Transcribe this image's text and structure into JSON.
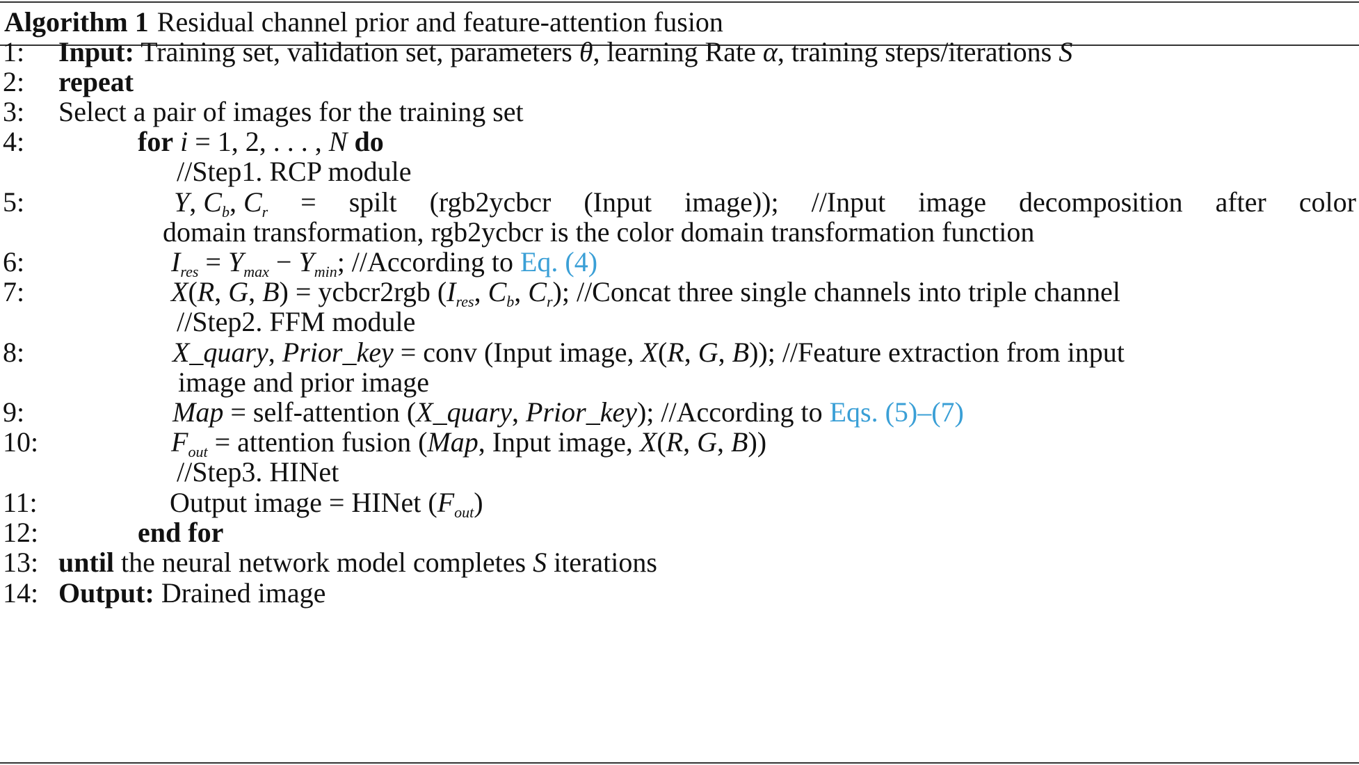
{
  "algorithm": {
    "label": "Algorithm 1",
    "title": "Residual channel prior and feature-attention fusion"
  },
  "lines": [
    {
      "num": "1:",
      "kw": "Input:",
      "text": "Training set, validation set, parameters θ, learning Rate α, training steps/iterations S"
    },
    {
      "num": "2:",
      "kw": "repeat"
    },
    {
      "num": "3:",
      "text": "Select a pair of images for the training set"
    },
    {
      "num": "4:",
      "kw": "for",
      "text": "i = 1, 2,  . . . , N",
      "kw_end": "do"
    },
    {
      "comment": "//Step1. RCP module"
    },
    {
      "num": "5:",
      "lhs": "Y, C_b, C_r",
      "text": "= spilt (rgb2ycbcr (Input image)); //Input image decomposition after color",
      "continuation": "domain transformation, rgb2ycbcr is the color domain transformation function"
    },
    {
      "num": "6:",
      "lhs": "I_res",
      "text": "= Y_max − Y_min; //According to",
      "link": "Eq. (4)"
    },
    {
      "num": "7:",
      "lhs": "X(R, G, B)",
      "text": "= ycbcr2rgb (I_res, C_b, C_r); //Concat three single channels into triple channel"
    },
    {
      "comment": "//Step2. FFM module"
    },
    {
      "num": "8:",
      "lhs": "X_quary, Prior_key",
      "text": "= conv (Input image, X(R, G, B)); //Feature extraction from input",
      "continuation": "image and prior image"
    },
    {
      "num": "9:",
      "lhs": "Map",
      "text": "= self-attention (X_quary, Prior_key); //According to",
      "link": "Eqs. (5)–(7)"
    },
    {
      "num": "10:",
      "lhs": "F_out",
      "text": "= attention fusion (Map, Input image, X(R, G, B))"
    },
    {
      "comment": "//Step3. HINet"
    },
    {
      "num": "11:",
      "text": "Output image = HINet (F_out)"
    },
    {
      "num": "12:",
      "kw": "end for"
    },
    {
      "num": "13:",
      "kw": "until",
      "text": "the neural network model completes S iterations"
    },
    {
      "num": "14:",
      "kw": "Output:",
      "text": "Drained image"
    }
  ],
  "parts": {
    "l1_text_a": "Training set, validation set, parameters ",
    "theta": "θ",
    "l1_text_b": ", learning Rate ",
    "alpha": "α",
    "l1_text_c": ", training steps/iterations ",
    "S": "S",
    "l4_i": "i",
    "l4_mid": " = 1, 2,  . . . , ",
    "l4_N": "N",
    "Y": "Y",
    "C": "C",
    "b": "b",
    "r": "r",
    "res": "res",
    "max": "max",
    "min": "min",
    "out": "out",
    "I": "I",
    "F": "F",
    "X": "X",
    "R": "R",
    "G": "G",
    "B": "B",
    "Map": "Map",
    "X_quary": "X_quary",
    "Prior_key": "Prior_key",
    "l5_words": [
      "=",
      "spilt",
      "(rgb2ycbcr",
      "(Input",
      "image));",
      "//Input",
      "image",
      "decomposition",
      "after",
      "color"
    ],
    "l5_cont": "domain transformation, rgb2ycbcr is the color domain transformation function",
    "l6_comment": "; //According to ",
    "l7_a": " = ycbcr2rgb (",
    "l7_comment": "); //Concat three single channels into triple channel",
    "l8_words_b": "= conv (Input image, ",
    "l8_end": ")); //Feature extraction from input",
    "l8_cont": "image and prior image",
    "l9_a": " = self-attention (",
    "l9_b": "); //According to ",
    "l10_a": " = attention fusion (",
    "l10_b": ", Input image, ",
    "l11_a": "Output image = HINet (",
    "l13_text": " the neural network model completes ",
    "l13_end": " iterations",
    "l14_text": " Drained image",
    "l1_kw": "Input:",
    "comma": ", ",
    "close_paren": ")",
    "open_paren": "(",
    "eq": " = ",
    "minus": " − "
  },
  "colors": {
    "link": "#3a9fd6",
    "rule": "#333333",
    "text": "#111111"
  }
}
